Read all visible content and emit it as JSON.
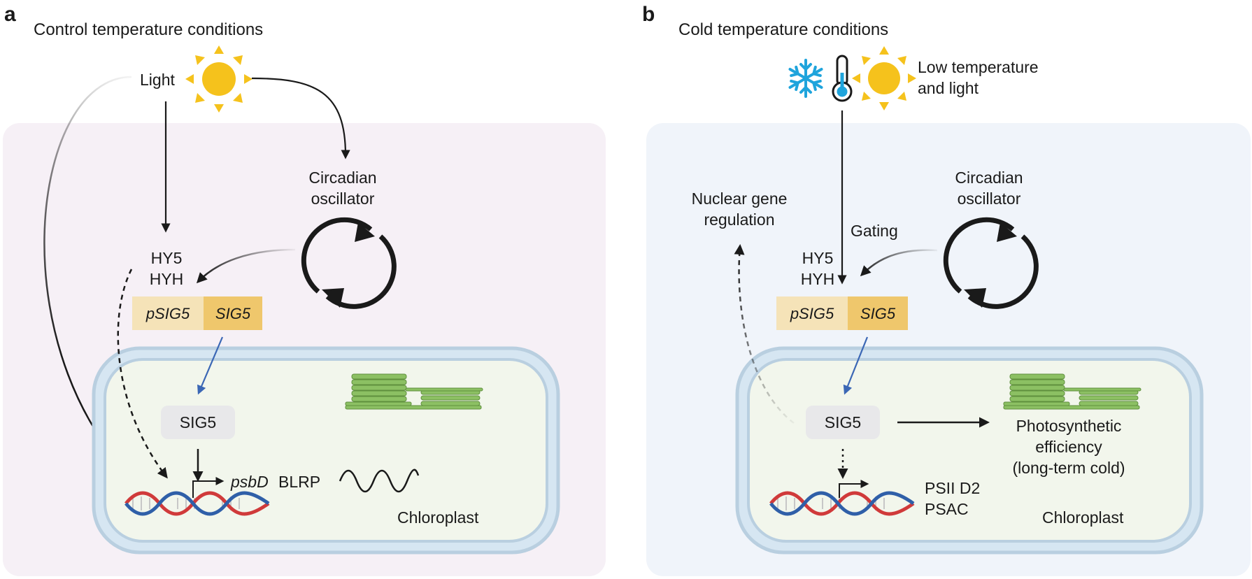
{
  "panels": {
    "a": {
      "letter": "a",
      "title": "Control temperature conditions",
      "light": "Light",
      "circadian_l1": "Circadian",
      "circadian_l2": "oscillator",
      "hy5": "HY5",
      "hyh": "HYH",
      "psig5": "pSIG5",
      "sig5_gene": "SIG5",
      "sig5_protein": "SIG5",
      "psbd": "psbD",
      "blrp": "BLRP",
      "chloroplast": "Chloroplast"
    },
    "b": {
      "letter": "b",
      "title": "Cold temperature conditions",
      "stimulus_l1": "Low temperature",
      "stimulus_l2": "and light",
      "circadian_l1": "Circadian",
      "circadian_l2": "oscillator",
      "nuclear_l1": "Nuclear gene",
      "nuclear_l2": "regulation",
      "gating": "Gating",
      "hy5": "HY5",
      "hyh": "HYH",
      "psig5": "pSIG5",
      "sig5_gene": "SIG5",
      "sig5_protein": "SIG5",
      "photo_l1": "Photosynthetic",
      "photo_l2": "efficiency",
      "photo_l3": "(long-term cold)",
      "psii": "PSII D2",
      "psac": "PSAC",
      "chloroplast": "Chloroplast"
    }
  },
  "colors": {
    "panel_a_bg": "#f6f0f6",
    "panel_b_bg": "#f0f4fa",
    "chloroplast_fill": "#f2f6ec",
    "chloroplast_outer": "#b9cfe0",
    "chloroplast_inner": "#d6e6f2",
    "psig5_box": "#f5e3b8",
    "sig5_box": "#efc76c",
    "sig5_protein_box": "#e8e8ea",
    "sun": "#f5c21c",
    "snowflake": "#1fa4dc",
    "thylakoid": "#8cc063",
    "dna_red": "#d03a3a",
    "dna_blue": "#2f5fa8",
    "blue_arrow": "#3b67b5"
  },
  "icons": [
    "sun-icon",
    "snowflake-icon",
    "thermometer-icon",
    "circadian-cycle-icon",
    "dna-icon",
    "thylakoid-stack-icon",
    "wave-icon"
  ]
}
